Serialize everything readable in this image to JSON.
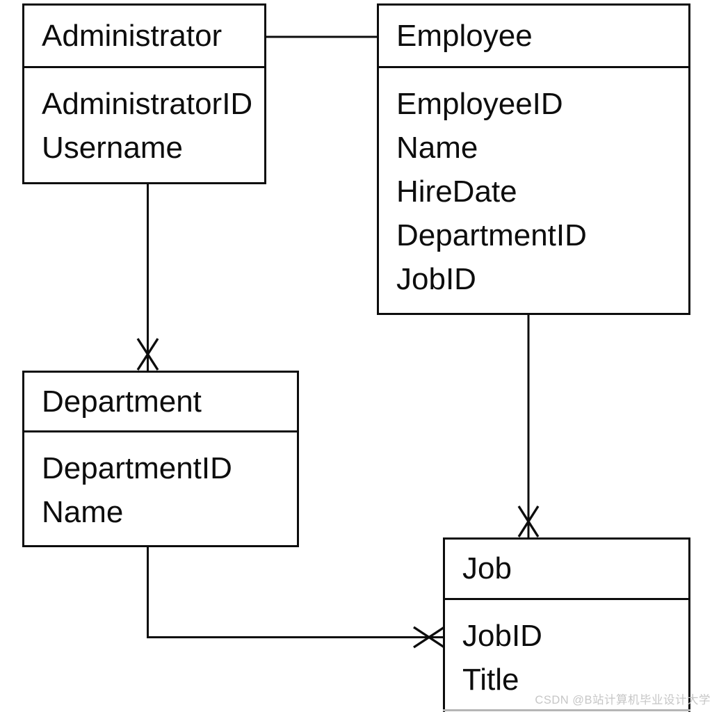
{
  "diagram": {
    "type": "entity-relationship-diagram",
    "background_color": "#ffffff",
    "line_color": "#0d0d0d",
    "entities": [
      {
        "name": "Administrator",
        "attributes": [
          "AdministratorID",
          "Username"
        ]
      },
      {
        "name": "Employee",
        "attributes": [
          "EmployeeID",
          "Name",
          "HireDate",
          "DepartmentID",
          "JobID"
        ]
      },
      {
        "name": "Department",
        "attributes": [
          "DepartmentID",
          "Name"
        ]
      },
      {
        "name": "Job",
        "attributes": [
          "JobID",
          "Title"
        ]
      }
    ],
    "relationships": [
      {
        "from": "Administrator",
        "to": "Employee",
        "marker_at_target": "none"
      },
      {
        "from": "Administrator",
        "to": "Department",
        "marker_at_target": "x-crowsfoot"
      },
      {
        "from": "Employee",
        "to": "Job",
        "marker_at_target": "x-crowsfoot"
      },
      {
        "from": "Department",
        "to": "Job",
        "marker_at_target": "x-crowsfoot"
      }
    ]
  },
  "watermark": {
    "text": "CSDN @B站计算机毕业设计大学",
    "color": "#c6c6c6"
  }
}
